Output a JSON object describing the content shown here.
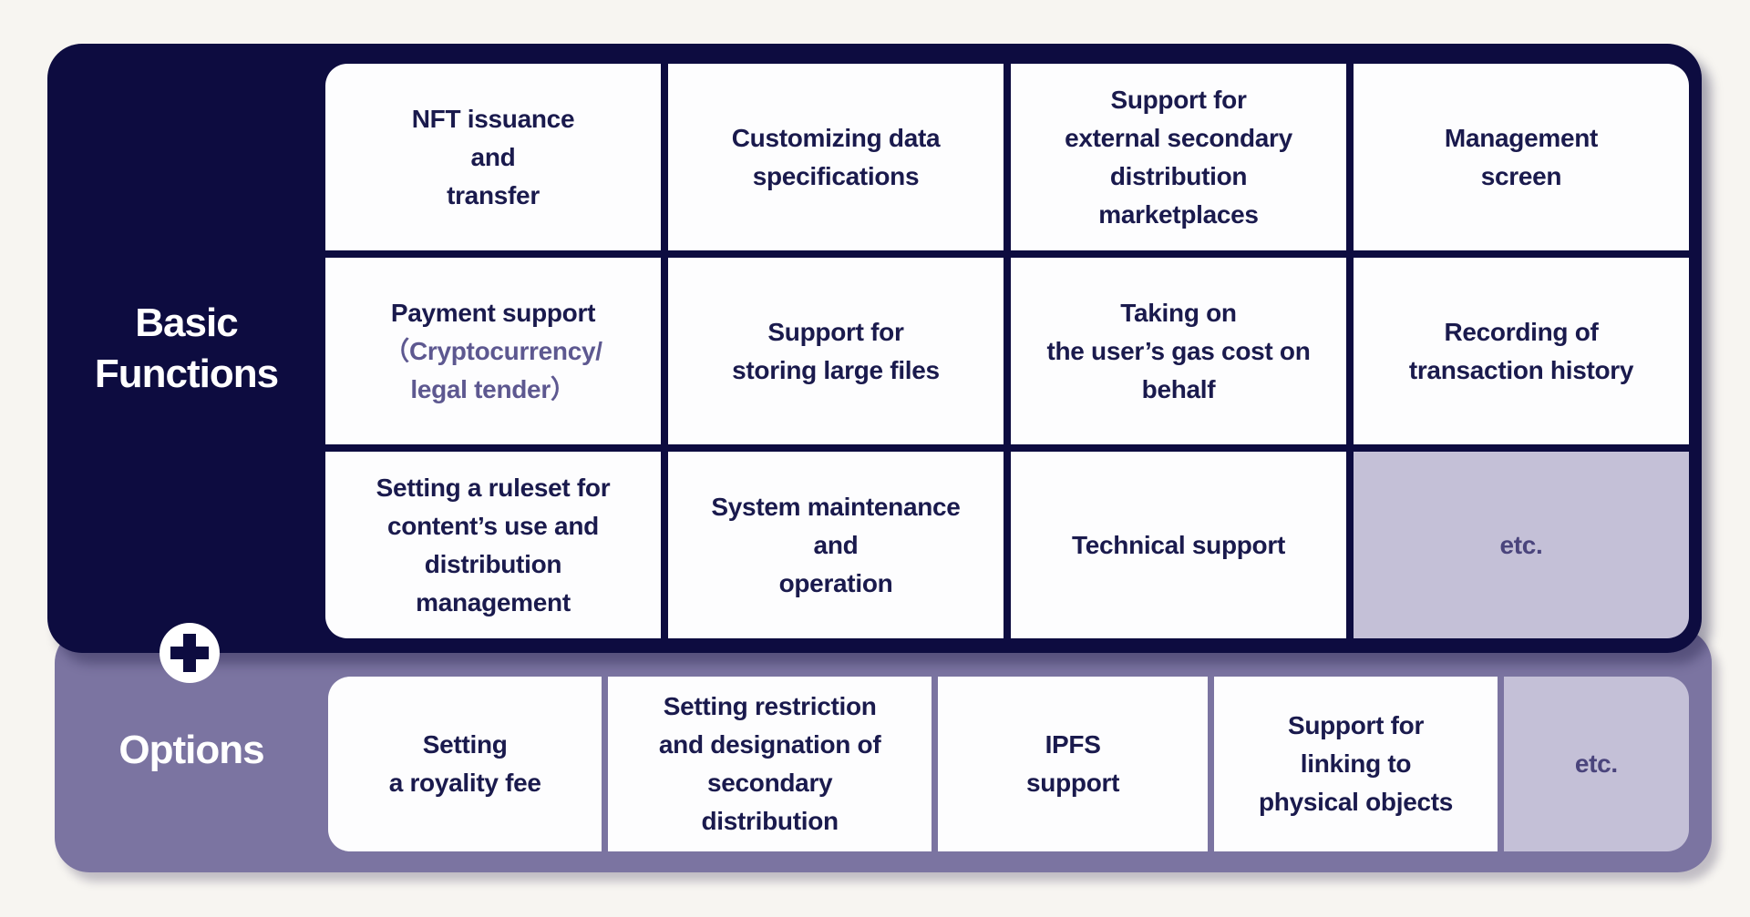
{
  "diagram": {
    "plus_icon_symbol": "+",
    "colors": {
      "navy_panel": "#0d0c40",
      "purple_panel": "#7b74a1",
      "lavender_cell": "#c4c0d7",
      "cell_background": "#fdfdfe",
      "cell_text": "#1a1a4d",
      "payment_subtext": "#5d5890",
      "etc_text": "#4a447c",
      "label_text": "#ffffff",
      "page_background": "#f7f5f1"
    },
    "basic_functions": {
      "label": "Basic\nFunctions",
      "cells": [
        {
          "text": "NFT issuance\nand\ntransfer"
        },
        {
          "text": "Customizing data\nspecifications"
        },
        {
          "text": "Support for\nexternal secondary\ndistribution\nmarketplaces"
        },
        {
          "text": "Management\nscreen"
        },
        {
          "text": "Payment support",
          "subtext": "（Cryptocurrency/\nlegal tender）"
        },
        {
          "text": "Support for\nstoring large files"
        },
        {
          "text": "Taking on\nthe user’s gas cost on\nbehalf"
        },
        {
          "text": "Recording of\ntransaction history"
        },
        {
          "text": "Setting a ruleset for\ncontent’s use and\ndistribution\nmanagement"
        },
        {
          "text": "System maintenance\nand\noperation"
        },
        {
          "text": "Technical support"
        },
        {
          "text": "etc."
        }
      ]
    },
    "options": {
      "label": "Options",
      "cells": [
        {
          "text": "Setting\na royality fee"
        },
        {
          "text": "Setting restriction\nand designation of\nsecondary\ndistribution"
        },
        {
          "text": "IPFS\nsupport"
        },
        {
          "text": "Support for\nlinking to\nphysical objects"
        },
        {
          "text": "etc."
        }
      ]
    }
  }
}
